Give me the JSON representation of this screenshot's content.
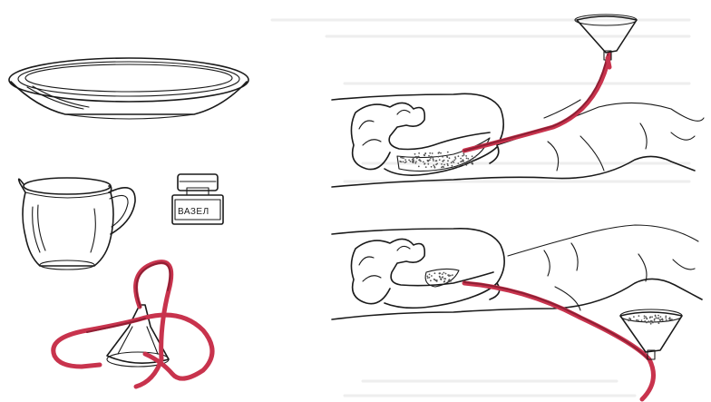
{
  "figure": {
    "jar_label": "ВАЗЕЛ",
    "colors": {
      "tube": "#c8334d",
      "tube_dark": "#8f1f34",
      "ink": "#1a1a1a",
      "stool_dots": "#555555"
    },
    "parts": [
      "basin",
      "jug",
      "vaseline-jar",
      "coiled-tube-with-funnel",
      "enema-inflow-scene",
      "enema-outflow-scene"
    ]
  }
}
